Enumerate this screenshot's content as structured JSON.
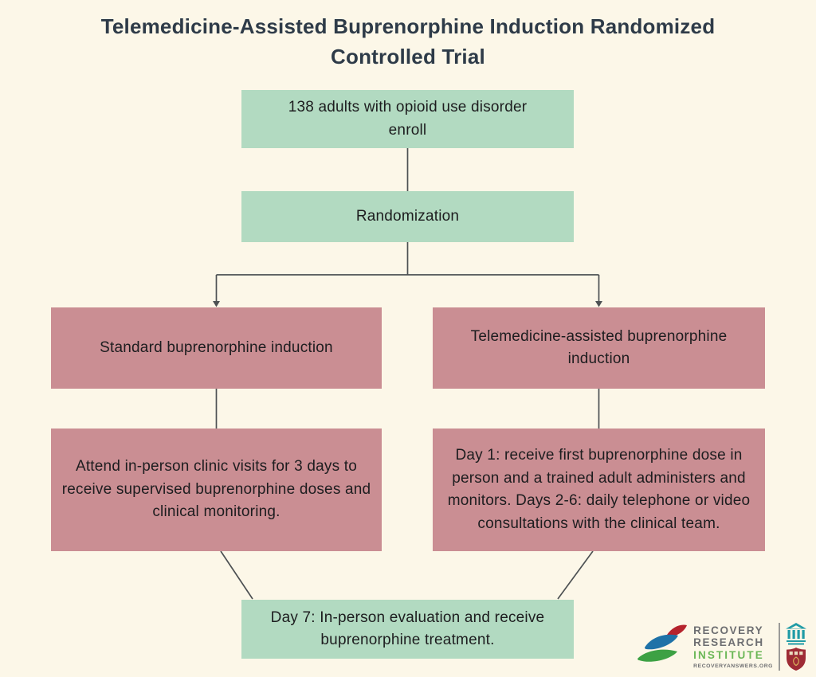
{
  "title": {
    "line1": "Telemedicine-Assisted Buprenorphine Induction Randomized",
    "line2": "Controlled Trial"
  },
  "flowchart": {
    "enroll": "138 adults with opioid use disorder enroll",
    "randomization": "Randomization",
    "arms": [
      {
        "label": "Standard buprenorphine induction",
        "detail": "Attend in-person clinic visits for 3 days to receive supervised buprenorphine doses and clinical monitoring."
      },
      {
        "label": "Telemedicine-assisted buprenorphine induction",
        "detail": "Day 1: receive first buprenorphine dose in person and a trained adult administers and monitors. Days 2-6: daily telephone or video consultations with the clinical team."
      }
    ],
    "outcome": "Day 7: In-person evaluation and receive buprenorphine treatment."
  },
  "logo": {
    "name_line1": "RECOVERY",
    "name_line2": "RESEARCH",
    "name_line3": "INSTITUTE",
    "website": "RECOVERYANSWERS.ORG"
  },
  "colors": {
    "background": "#fcf7e8",
    "box_green": "#b2dac1",
    "box_pink": "#ca8e93",
    "connector": "#4d5153",
    "title_text": "#2e3b48",
    "box_text": "#1d1d1f",
    "logo_gray": "#6d6e71",
    "logo_green": "#6bb757",
    "leaf_blue": "#1e72a8",
    "leaf_red": "#b5232d",
    "leaf_green": "#3da144",
    "crest_teal": "#1f9ba6",
    "crest_red": "#9e2b35"
  }
}
